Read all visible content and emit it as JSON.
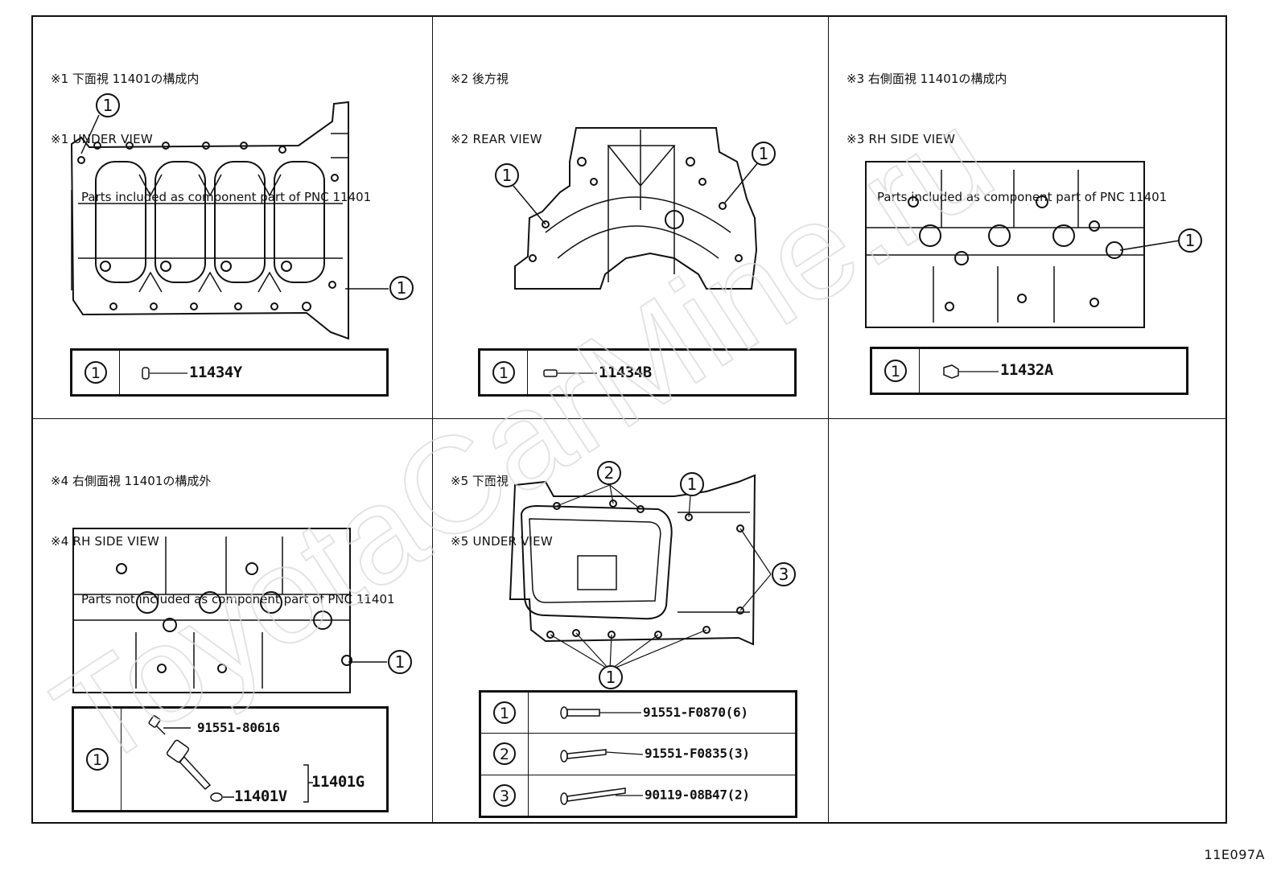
{
  "watermark": "ToyotaCarMine.ru",
  "figure_id": "11E097A",
  "panels": [
    {
      "id": "p1",
      "title_ja": "※1 下面視 11401の構成内",
      "title_en": "※1 UNDER VIEW",
      "note": "Parts included as component part of PNC 11401",
      "callouts": [
        "1",
        "1"
      ],
      "legend": [
        {
          "num": "1",
          "part": "11434Y"
        }
      ]
    },
    {
      "id": "p2",
      "title_ja": "※2 後方視",
      "title_en": "※2 REAR VIEW",
      "callouts": [
        "1",
        "1"
      ],
      "legend": [
        {
          "num": "1",
          "part": "11434B"
        }
      ]
    },
    {
      "id": "p3",
      "title_ja": "※3 右側面視 11401の構成内",
      "title_en": "※3 RH SIDE VIEW",
      "note": "Parts included as component part of PNC 11401",
      "callouts": [
        "1"
      ],
      "legend": [
        {
          "num": "1",
          "part": "11432A"
        }
      ]
    },
    {
      "id": "p4",
      "title_ja": "※4 右側面視 11401の構成外",
      "title_en": "※4 RH SIDE VIEW",
      "note": "Parts not included as component part of PNC 11401",
      "callouts": [
        "1"
      ],
      "legend": [
        {
          "num": "1",
          "part_a": "91551-80616",
          "part_b": "11401V",
          "assembly": "11401G"
        }
      ]
    },
    {
      "id": "p5",
      "title_ja": "※5 下面視",
      "title_en": "※5 UNDER VIEW",
      "callouts": [
        "2",
        "1",
        "3",
        "1"
      ],
      "legend": [
        {
          "num": "1",
          "part": "91551-F0870(6)"
        },
        {
          "num": "2",
          "part": "91551-F0835(3)"
        },
        {
          "num": "3",
          "part": "90119-08B47(2)"
        }
      ]
    }
  ]
}
